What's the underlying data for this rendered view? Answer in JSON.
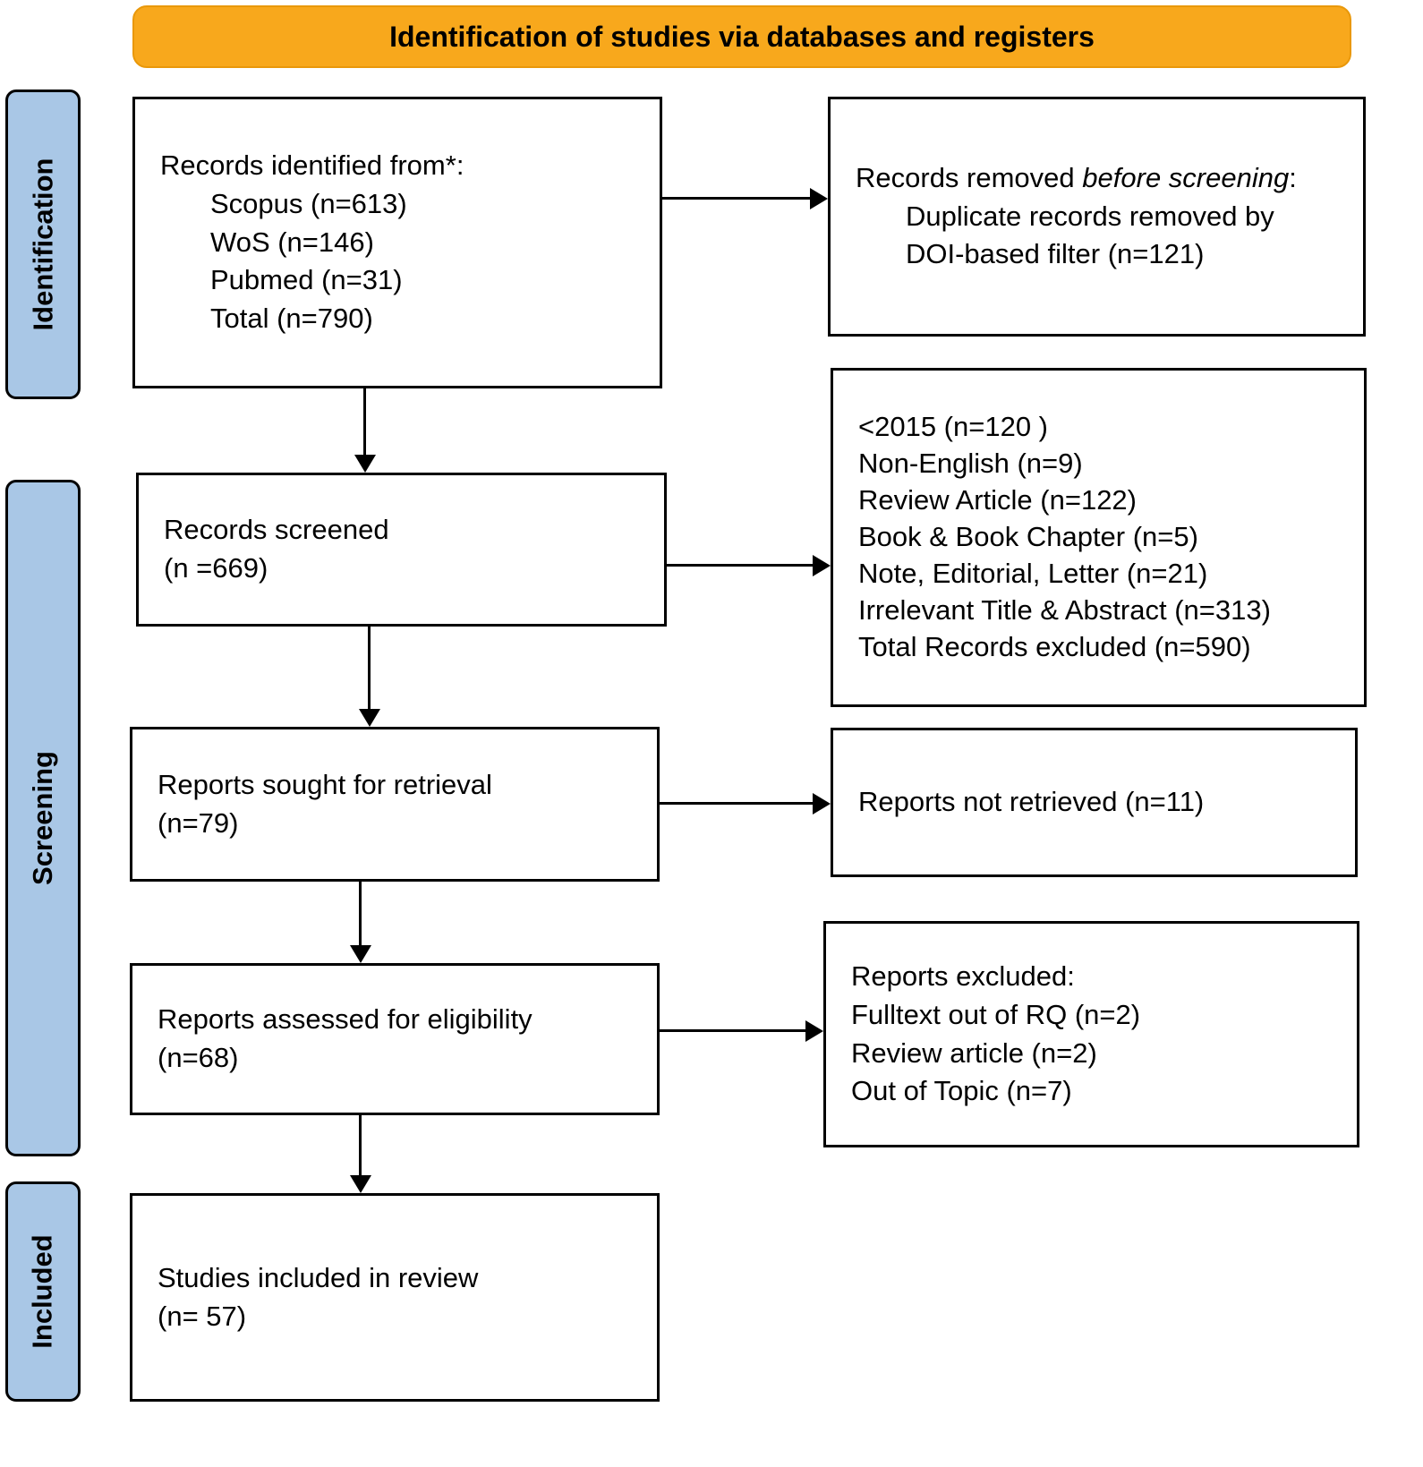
{
  "banner": {
    "title": "Identification of studies via databases and registers"
  },
  "stages": [
    {
      "label": "Identification"
    },
    {
      "label": "Screening"
    },
    {
      "label": "Included"
    }
  ],
  "boxes": {
    "records_identified": {
      "heading": "Records identified from*:",
      "items": [
        "Scopus (n=613)",
        "WoS (n=146)",
        "Pubmed (n=31)",
        "Total (n=790)"
      ]
    },
    "records_removed": {
      "prefix": "Records removed ",
      "italic": "before screening",
      "suffix": ":",
      "items": [
        "Duplicate records removed by DOI-based filter (n=121)"
      ]
    },
    "records_screened": {
      "line1": "Records screened",
      "line2": "(n =669)"
    },
    "records_excluded": {
      "lines": [
        "<2015 (n=120 )",
        "Non-English (n=9)",
        "Review Article (n=122)",
        "Book & Book Chapter (n=5)",
        "Note, Editorial, Letter (n=21)",
        "Irrelevant Title & Abstract (n=313)",
        "Total Records excluded (n=590)"
      ]
    },
    "reports_sought": {
      "line1": "Reports sought for retrieval",
      "line2": "(n=79)"
    },
    "reports_not_retrieved": {
      "line1": "Reports not retrieved (n=11)"
    },
    "reports_assessed": {
      "line1": "Reports assessed for eligibility",
      "line2": "(n=68)"
    },
    "reports_excluded": {
      "lines": [
        "Reports excluded:",
        "Fulltext out of RQ (n=2)",
        "Review article (n=2)",
        "Out of Topic (n=7)"
      ]
    },
    "studies_included": {
      "line1": "Studies included in review",
      "line2": "(n= 57)"
    }
  },
  "colors": {
    "banner_fill": "#F8A81C",
    "stage_fill": "#A9C7E6",
    "box_border": "#000000",
    "box_fill": "#FFFFFF"
  }
}
